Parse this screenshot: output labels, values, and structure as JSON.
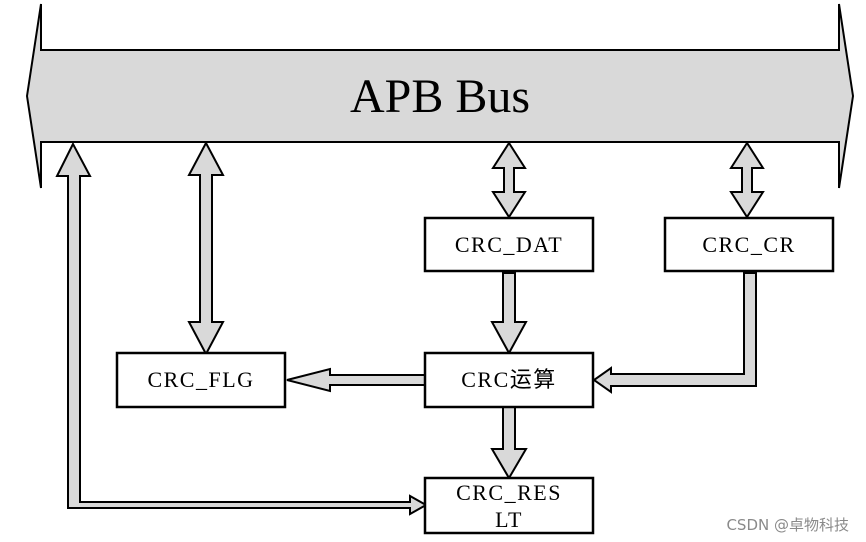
{
  "bus": {
    "label": "APB Bus"
  },
  "blocks": {
    "crc_dat": "CRC_DAT",
    "crc_cr": "CRC_CR",
    "crc_flg": "CRC_FLG",
    "crc_calc": "CRC运算",
    "crc_result_line1": "CRC_RES",
    "crc_result_line2": "LT"
  },
  "watermark": "CSDN @卓物科技",
  "colors": {
    "bus_fill": "#d9d9d9",
    "arrow_fill": "#d9d9d9",
    "stroke": "#000000",
    "box_fill": "#ffffff"
  }
}
